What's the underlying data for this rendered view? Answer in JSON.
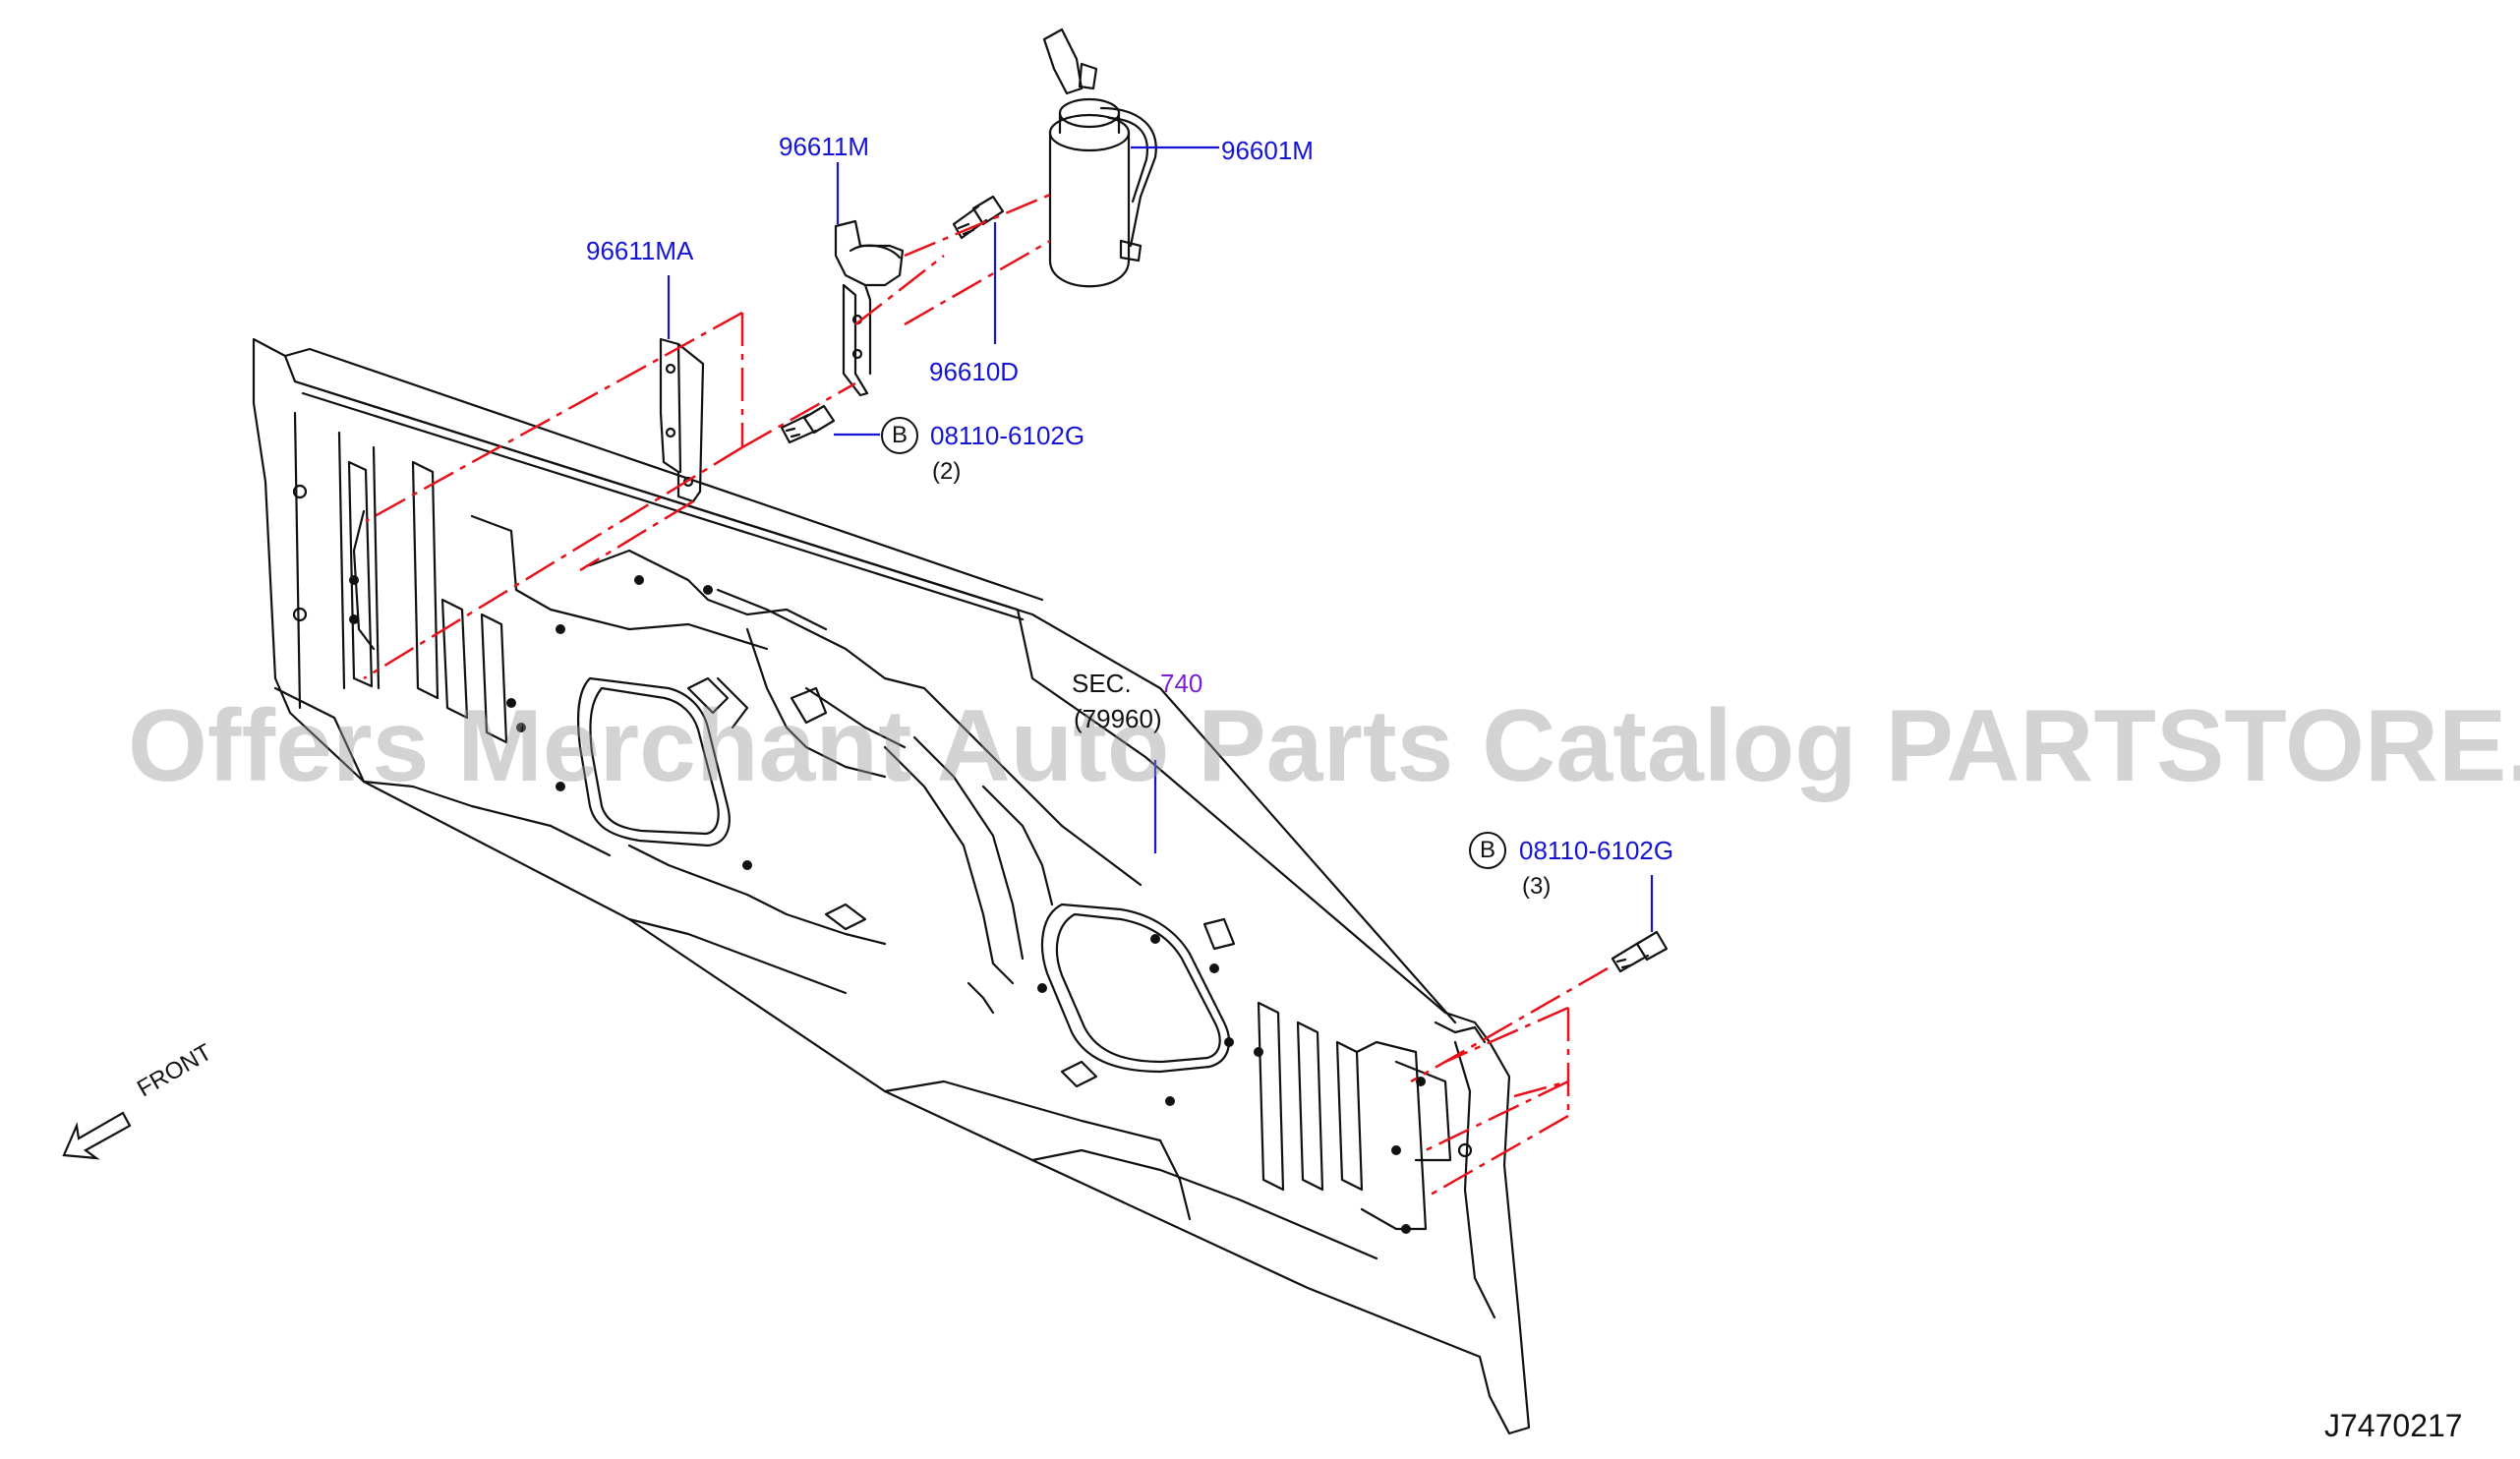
{
  "diagram": {
    "labels": {
      "p96611M": "96611M",
      "p96601M": "96601M",
      "p96611MA": "96611MA",
      "p96610D": "96610D",
      "bolt_upper": "08110-6102G",
      "bolt_upper_qty": "(2)",
      "bolt_lower": "08110-6102G",
      "bolt_lower_qty": "(3)",
      "bolt_symbol": "B",
      "sec_prefix": "SEC.",
      "sec_number": "740",
      "sec_sub": "(79960)",
      "front": "FRONT",
      "drawing_code": "J7470217"
    },
    "watermark": "Offers Merchant Auto Parts Catalog PARTSTORE.SA",
    "colors": {
      "callout": "#1414d2",
      "section_link": "#7a1fd6",
      "phantom_line": "#e8101a",
      "linework": "#111111"
    }
  }
}
